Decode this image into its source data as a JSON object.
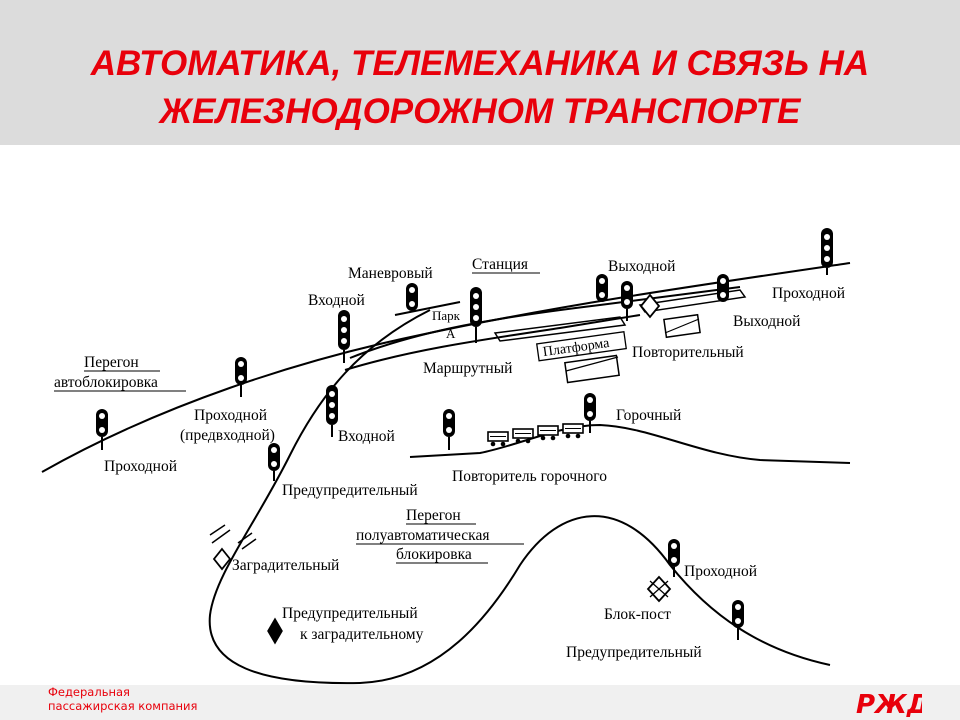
{
  "slide": {
    "title_line1": "АВТОМАТИКА, ТЕЛЕМЕХАНИКА И СВЯЗЬ НА",
    "title_line2": "ЖЕЛЕЗНОДОРОЖНОМ ТРАНСПОРТЕ"
  },
  "diagram": {
    "labels": {
      "peregon_ab_1": "Перегон",
      "peregon_ab_2": "автоблокировка",
      "prohodnoy_left": "Проходной",
      "prohodnoy_pred_1": "Проходной",
      "prohodnoy_pred_2": "(предвходной)",
      "vhodnoy_upper": "Входной",
      "vhodnoy_lower": "Входной",
      "manevrovy": "Маневровый",
      "stanciya": "Станция",
      "park_1": "Парк",
      "park_2": "А",
      "marshrutny": "Маршрутный",
      "platforma": "Платформа",
      "vyhodnoy_top": "Выходной",
      "vyhodnoy_right": "Выходной",
      "prohodnoy_top_right": "Проходной",
      "povtoritelny": "Повторительный",
      "gorochny": "Горочный",
      "povtoritel_gorochnogo": "Повторитель горочного",
      "predupreditelny_1": "Предупредительный",
      "peregon_pab_1": "Перегон",
      "peregon_pab_2": "полуавтоматическая",
      "peregon_pab_3": "блокировка",
      "zagraditelny": "Заградительный",
      "pred_k_zagr_1": "Предупредительный",
      "pred_k_zagr_2": "к заградительному",
      "prohodnoy_bottom_right": "Проходной",
      "blok_post": "Блок-пост",
      "predupreditelny_bottom": "Предупредительный"
    }
  },
  "footer": {
    "brand_line1": "Федеральная",
    "brand_line2": "пассажирская компания",
    "logo_text": "РЖД"
  },
  "colors": {
    "title": "#e8000b",
    "band": "#dcdcdc",
    "logo": "#e8000b"
  }
}
